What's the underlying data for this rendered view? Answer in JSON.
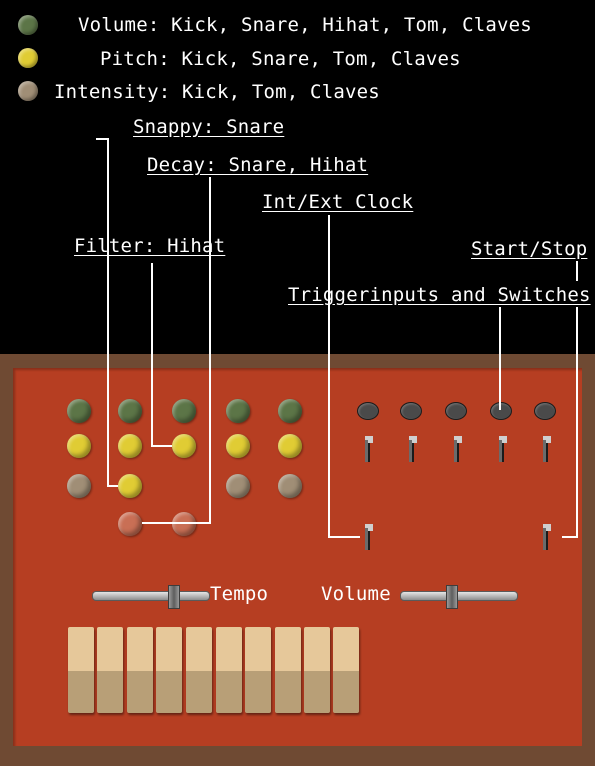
{
  "legend": [
    {
      "label": "Volume: Kick, Snare, Hihat, Tom, Claves",
      "color": "#5c7547"
    },
    {
      "label": "Pitch: Kick, Snare, Tom, Claves",
      "color": "#e0cc34"
    },
    {
      "label": "Intensity: Kick, Tom, Claves",
      "color": "#a08e76"
    }
  ],
  "callouts": {
    "snappy": "Snappy: Snare",
    "decay": "Decay: Snare, Hihat",
    "clock": "Int/Ext Clock",
    "filter": "Filter: Hihat",
    "startstop": "Start/Stop",
    "trigger": "Triggerinputs and Switches"
  },
  "controls": {
    "tempo_label": "Tempo",
    "volume_label": "Volume",
    "tempo_level": 0.7,
    "volume_level": 0.44
  },
  "colors": {
    "volume": "#5c7547",
    "pitch": "#e0cc34",
    "intensity": "#a08e76",
    "snappy_decay": "#c96f55",
    "panel": "#b63e22",
    "frame": "#6f4a33"
  },
  "pads_count": 10
}
